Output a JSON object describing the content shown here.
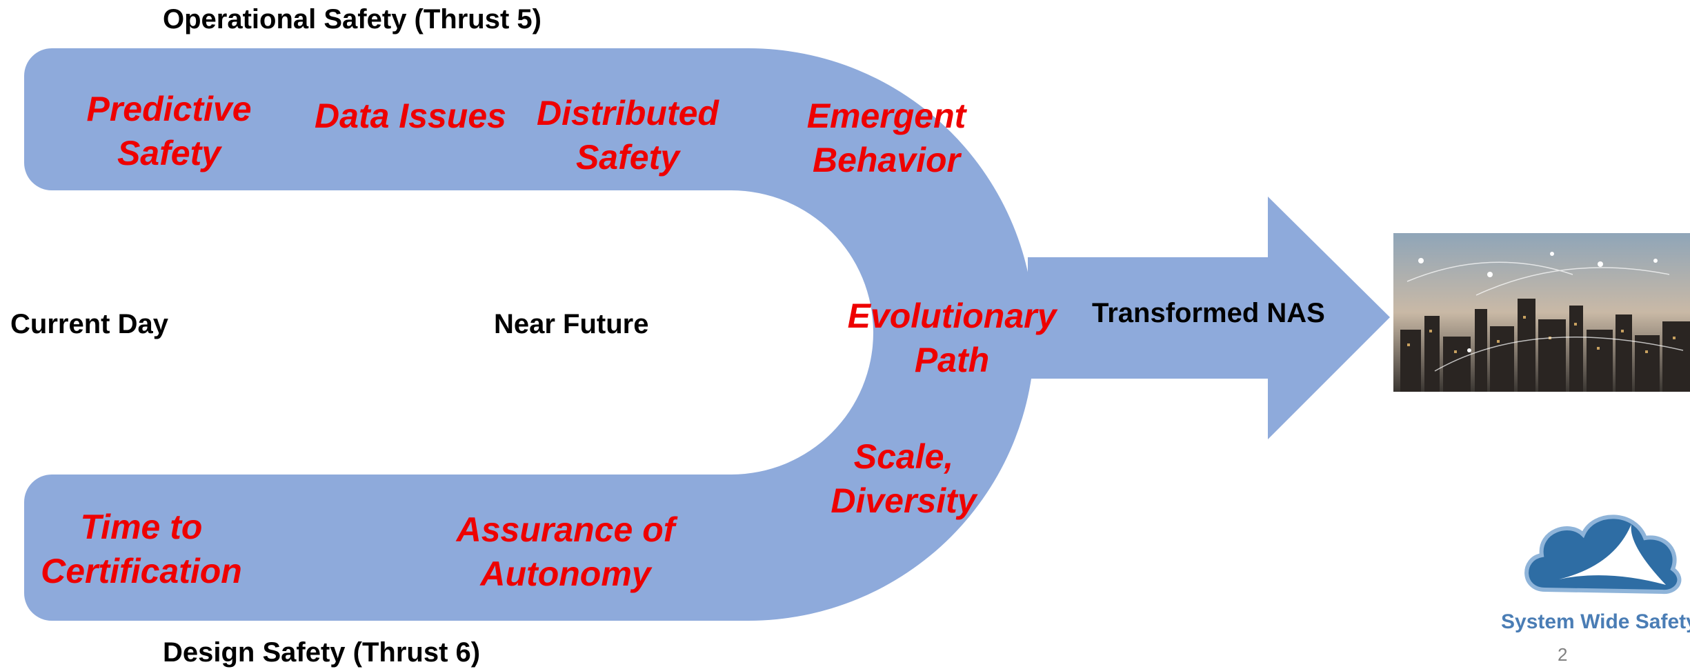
{
  "headings": {
    "operational": "Operational Safety (Thrust 5)",
    "design": "Design Safety (Thrust 6)"
  },
  "stages": {
    "current": "Current Day",
    "near_future": "Near Future",
    "transformed": "Transformed NAS"
  },
  "challenges": {
    "predictive_safety": [
      "Predictive",
      "Safety"
    ],
    "data_issues": [
      "Data Issues"
    ],
    "distributed_safety": [
      "Distributed",
      "Safety"
    ],
    "emergent_behavior": [
      "Emergent",
      "Behavior"
    ],
    "evolutionary_path": [
      "Evolutionary",
      "Path"
    ],
    "scale_diversity": [
      "Scale,",
      "Diversity"
    ],
    "time_to_certification": [
      "Time to",
      "Certification"
    ],
    "assurance_of_autonomy": [
      "Assurance of",
      "Autonomy"
    ]
  },
  "logo": {
    "label": "System Wide Safety"
  },
  "page_number": "2",
  "colors": {
    "path": "#8eaadb",
    "challenge_text": "#ee0000",
    "logo_blue": "#2e6da4"
  }
}
